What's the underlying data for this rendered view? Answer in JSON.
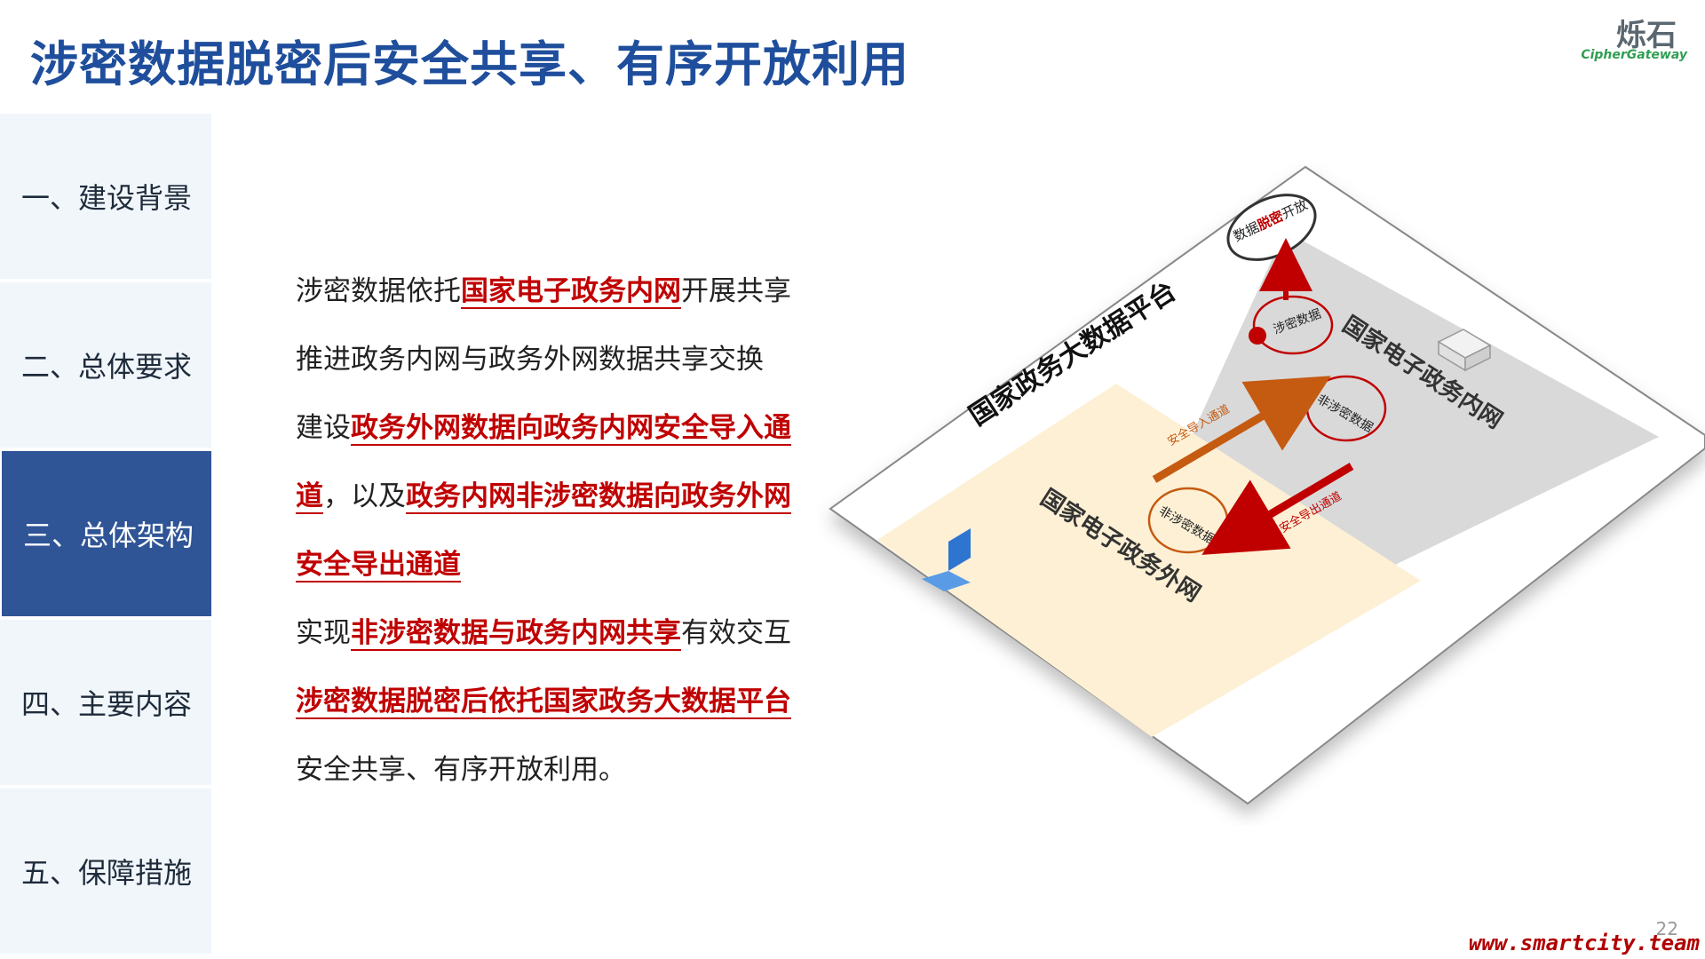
{
  "header": {
    "title": "涉密数据脱密后安全共享、有序开放利用",
    "logo_cn": "烁石",
    "logo_en": "CipherGateway"
  },
  "sidebar": {
    "items": [
      {
        "label": "一、建设背景"
      },
      {
        "label": "二、总体要求"
      },
      {
        "label": "三、总体架构",
        "active": true
      },
      {
        "label": "四、主要内容"
      },
      {
        "label": "五、保障措施"
      }
    ]
  },
  "content": {
    "p1_a": "涉密数据依托",
    "p1_hl": "国家电子政务内网",
    "p1_b": "开展共享",
    "p2": "推进政务内网与政务外网数据共享交换",
    "p3_a": "建设",
    "p3_hl": "政务外网数据向政务内网安全导入通",
    "p4_hl1": "道",
    "p4_a": "，以及",
    "p4_hl2": "政务内网非涉密数据向政务外网",
    "p5_hl": "安全导出通道",
    "p6_a": "实现",
    "p6_hl": "非涉密数据与政务内网共享",
    "p6_b": "有效交互",
    "p7_hl": "涉密数据脱密后依托国家政务大数据平台",
    "p8": "安全共享、有序开放利用。"
  },
  "diagram": {
    "platform_label": "国家政务大数据平台",
    "inner_net_label": "国家电子政务内网",
    "outer_net_label": "国家电子政务外网",
    "open_bubble_a": "数据",
    "open_bubble_hl": "脱密",
    "open_bubble_b": "开放",
    "classified_bubble": "涉密数据",
    "inner_nonclassified": "非涉密数据",
    "outer_nonclassified": "非涉密数据",
    "import_channel": "安全导入通道",
    "export_channel": "安全导出通道",
    "colors": {
      "inner_zone": "#d9d9d9",
      "outer_zone": "#fdf0d5",
      "import_arrow": "#c55a11",
      "export_arrow": "#c00000"
    }
  },
  "footer": {
    "url": "www.smartcity.team",
    "page": "22"
  }
}
